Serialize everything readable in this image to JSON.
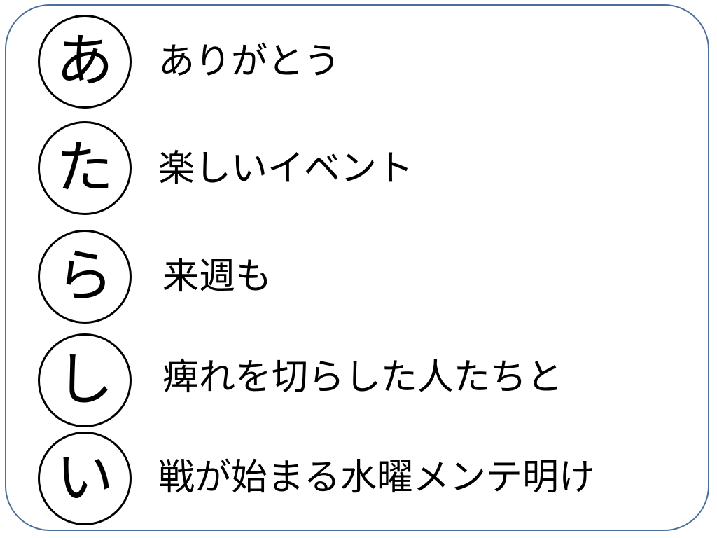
{
  "rows": [
    {
      "initial": "あ",
      "phrase": "ありがとう"
    },
    {
      "initial": "た",
      "phrase": "楽しいイベント"
    },
    {
      "initial": "ら",
      "phrase": "来週も"
    },
    {
      "initial": "し",
      "phrase": "痺れを切らした人たちと"
    },
    {
      "initial": "い",
      "phrase": "戦が始まる水曜メンテ明け"
    }
  ],
  "colors": {
    "frame_border": "#4a6f9a",
    "text": "#000000",
    "background": "#ffffff"
  }
}
